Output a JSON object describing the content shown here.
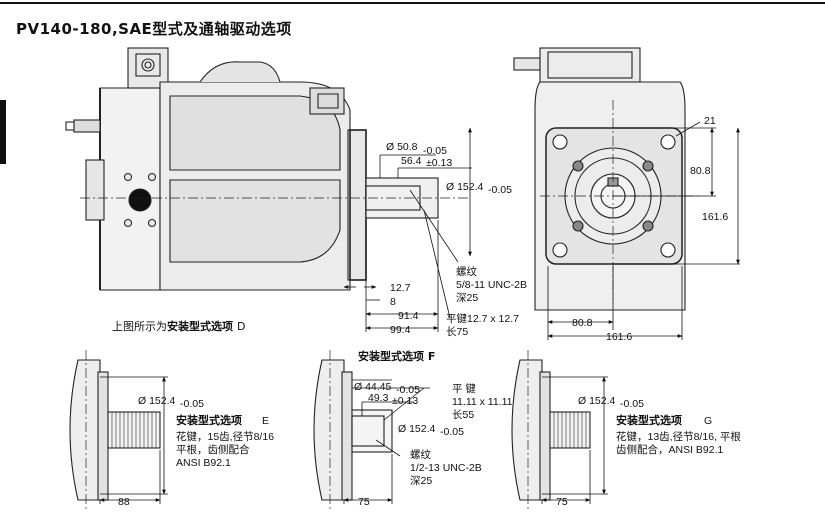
{
  "title": "PV140-180,SAE型式及通轴驱动选项",
  "top_view": {
    "caption": "上图所示为",
    "caption_bold": "安装型式选项",
    "caption_suffix": "D",
    "dims": {
      "d50": "Ø 50.8",
      "d50_tol": "-0.05",
      "d56": "56.4",
      "d56_tol": "±0.13",
      "d152": "Ø 152.4",
      "d152_tol": "-0.05",
      "thread_label": "螺纹",
      "thread_spec": "5/8-11 UNC-2B",
      "thread_depth": "深25",
      "key_label": "平键12.7 x 12.7",
      "key_len": "长75",
      "l127": "12.7",
      "l8": "8",
      "l914": "91.4",
      "l994": "99.4"
    }
  },
  "end_view": {
    "d21": "21",
    "d808a": "80.8",
    "d1616a": "161.6",
    "d808b": "80.8",
    "d1616b": "161.6"
  },
  "option_e": {
    "d152": "Ø 152.4",
    "d152_tol": "-0.05",
    "name": "安装型式选项",
    "code": "E",
    "line1": "花键，15齿,径节8/16",
    "line2": "平根，齿侧配合",
    "line3": "ANSI B92.1",
    "len": "88"
  },
  "option_f": {
    "heading": "安装型式选项 F",
    "d4445": "Ø 44.45",
    "d4445_tol": "-0.05",
    "d493": "49.3",
    "d493_tol": "±0.13",
    "key1": "平 键",
    "key2": "11.11 x 11.11",
    "key3": "长55",
    "d152": "Ø 152.4",
    "d152_tol": "-0.05",
    "thread_label": "螺纹",
    "thread_spec": "1/2-13 UNC-2B",
    "thread_depth": "深25",
    "len": "75"
  },
  "option_g": {
    "d152": "Ø 152.4",
    "d152_tol": "-0.05",
    "name": "安装型式选项",
    "code": "G",
    "line1": "花键，13齿,径节8/16, 平根",
    "line2": "齿侧配合，ANSI B92.1",
    "len": "75"
  }
}
